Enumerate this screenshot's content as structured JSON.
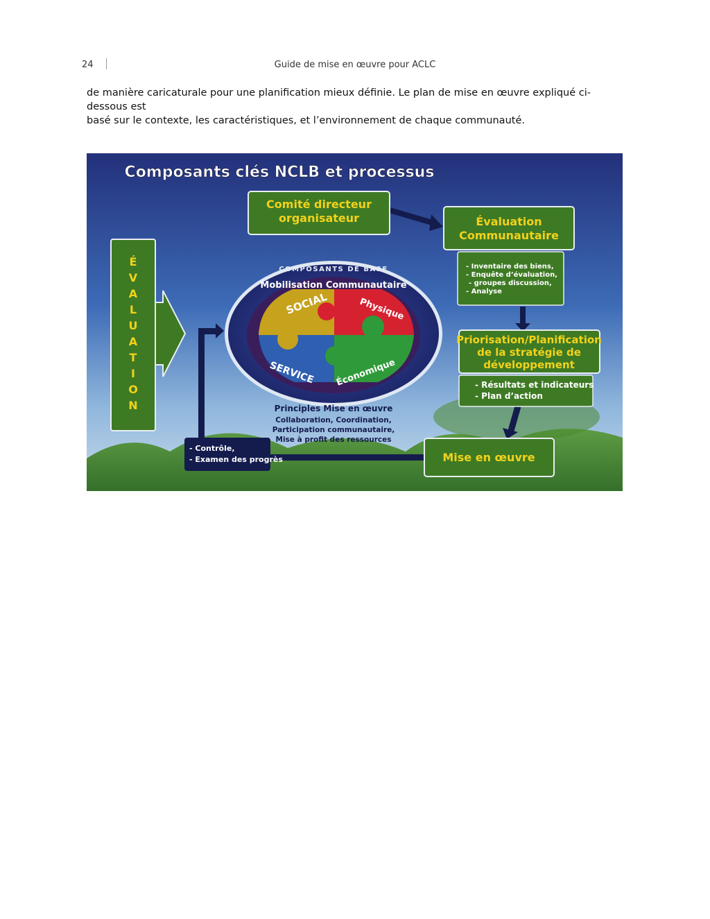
{
  "header": {
    "page_number": "24",
    "title": "Guide de mise en œuvre pour ACLC"
  },
  "body_text": {
    "line1": "de manière caricaturale pour une planification mieux définie. Le plan de mise en œuvre  expliqué ci-dessous est",
    "line2": "basé sur le contexte, les caractéristiques, et l’environnement de chaque communauté."
  },
  "figure": {
    "title": "Composants clés NCLB et processus",
    "evaluation_letters": [
      "É",
      "V",
      "A",
      "L",
      "U",
      "A",
      "T",
      "I",
      "O",
      "N"
    ],
    "comite": {
      "line1": "Comité directeur",
      "line2": "organisateur"
    },
    "evaluation_comm": {
      "line1": "Évaluation",
      "line2": "Communautaire"
    },
    "evaluation_items": [
      "- Inventaire des biens,",
      "- Enquête d’évaluation,",
      "- groupes discussion,",
      "- Analyse"
    ],
    "priorisation": {
      "line1": "Priorisation/Planification",
      "line2": "de la stratégie de",
      "line3": "développement"
    },
    "priorisation_items": [
      "- Résultats et indicateurs",
      "- Plan d’action"
    ],
    "mise_en_oeuvre": "Mise en œuvre",
    "controle_items": [
      "- Contrôle,",
      "- Examen des progrès"
    ],
    "composants_de_base": "COMPOSANTS DE BASE",
    "mobilisation": "Mobilisation Communautaire",
    "puzzle": {
      "social": "SOCIAL",
      "physique": "Physique",
      "service": "SERVICE",
      "economique": "Économique"
    },
    "principles": {
      "title": "Principles Mise en œuvre",
      "lines": [
        "Collaboration, Coordination,",
        "Participation communautaire,",
        "Mise à profit des ressources"
      ]
    },
    "colors": {
      "box_green": "#3e7a24",
      "title_yellow": "#f2d21b",
      "puzzle_social": "#c7a21d",
      "puzzle_physique": "#d62230",
      "puzzle_service": "#2f5fb0",
      "puzzle_economique": "#2f9a3a",
      "arrow_navy": "#141c4d"
    }
  }
}
